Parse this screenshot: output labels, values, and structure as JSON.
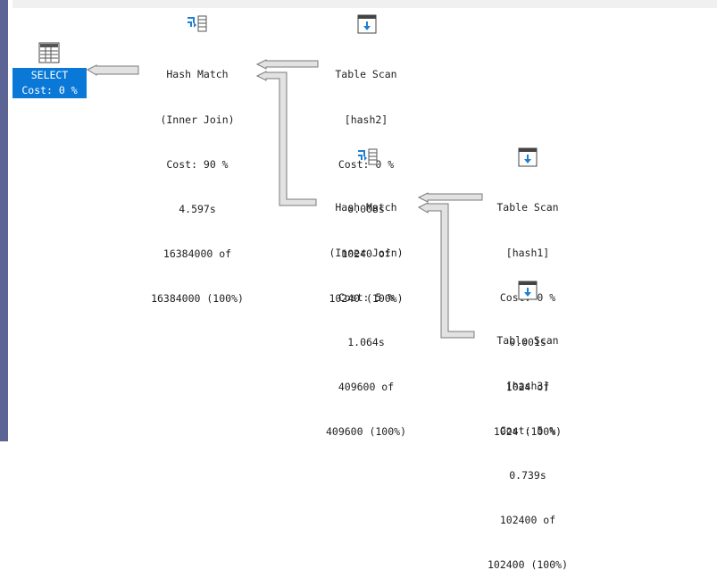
{
  "colors": {
    "selection": "#0a78d7",
    "sidebar": "#5c6496",
    "arrow_fill": "#e2e2e2",
    "arrow_stroke": "#7a7a7a"
  },
  "select_node": {
    "icon": "select-table-icon",
    "line1": "SELECT",
    "line2": "Cost: 0 %"
  },
  "hash_match_top": {
    "icon": "hash-match-icon",
    "lines": [
      "Hash Match",
      "(Inner Join)",
      "Cost: 90 %",
      "4.597s",
      "16384000 of",
      "16384000 (100%)"
    ]
  },
  "table_scan_hash2": {
    "icon": "table-scan-icon",
    "lines": [
      "Table Scan",
      "[hash2]",
      "Cost: 0 %",
      "0.008s",
      "10240 of",
      "10240 (100%)"
    ]
  },
  "hash_match_bottom": {
    "icon": "hash-match-icon",
    "lines": [
      "Hash Match",
      "(Inner Join)",
      "Cost: 5 %",
      "1.064s",
      "409600 of",
      "409600 (100%)"
    ]
  },
  "table_scan_hash1": {
    "icon": "table-scan-icon",
    "lines": [
      "Table Scan",
      "[hash1]",
      "Cost: 0 %",
      "0.001s",
      "1024 of",
      "1024 (100%)"
    ]
  },
  "table_scan_hash3": {
    "icon": "table-scan-icon",
    "lines": [
      "Table Scan",
      "[hash3]",
      "Cost: 5 %",
      "0.739s",
      "102400 of",
      "102400 (100%)"
    ]
  }
}
